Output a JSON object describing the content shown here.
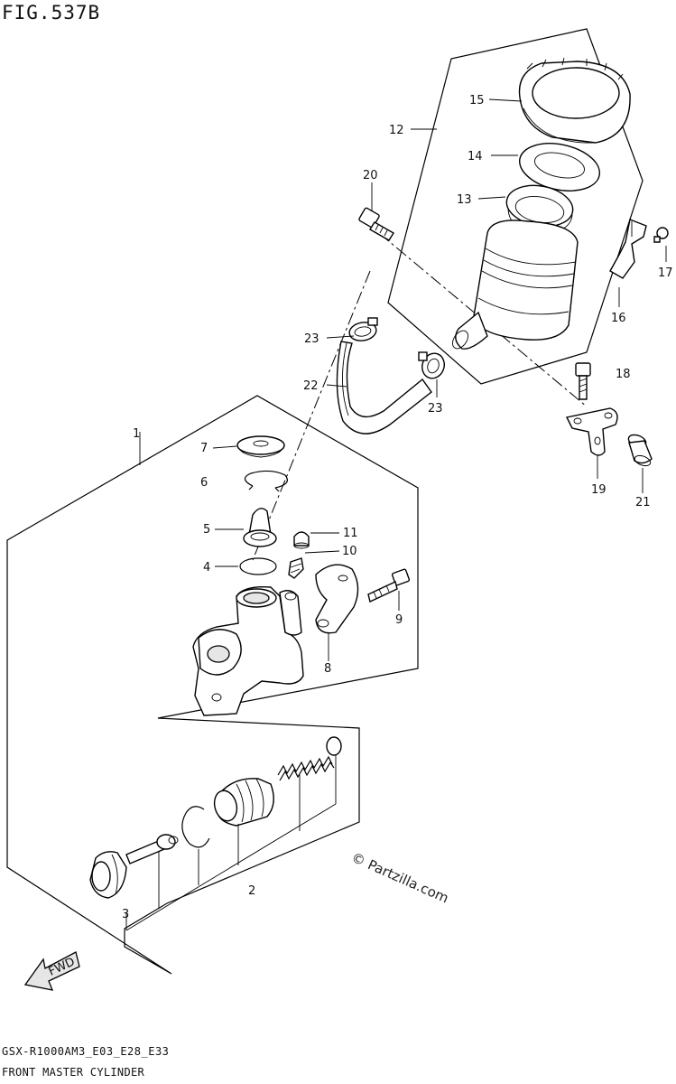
{
  "header": {
    "figure_title": "FIG.537B"
  },
  "footer": {
    "model_code": "GSX-R1000AM3_E03_E28_E33",
    "section_name": "FRONT MASTER CYLINDER"
  },
  "watermark": {
    "text": "© Partzilla.com"
  },
  "fwd_arrow": {
    "label": "FWD"
  },
  "callouts": [
    "1",
    "2",
    "3",
    "4",
    "5",
    "6",
    "7",
    "8",
    "9",
    "10",
    "11",
    "12",
    "13",
    "14",
    "15",
    "16",
    "17",
    "18",
    "19",
    "20",
    "21",
    "22",
    "23",
    "23"
  ],
  "icons": [
    "arrow-left-icon"
  ],
  "colors": {
    "line": "#000000",
    "background": "#ffffff",
    "shade": "#e6e6e6"
  }
}
